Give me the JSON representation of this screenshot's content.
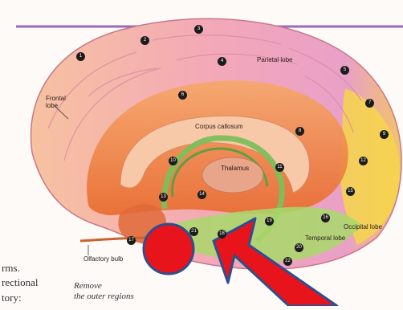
{
  "labels": {
    "frontal": "Frontal lobe",
    "parietal": "Parietal lobe",
    "corpus": "Corpus callosum",
    "thalamus": "Thalamus",
    "occipital": "Occipital lobe",
    "temporal": "Temporal lobe",
    "olfactory": "Olfactory bulb"
  },
  "markers": [
    "1",
    "2",
    "3",
    "4",
    "5",
    "6",
    "7",
    "8",
    "9",
    "10",
    "11",
    "12",
    "13",
    "14",
    "15",
    "16",
    "17",
    "18",
    "19",
    "20",
    "21",
    "22"
  ],
  "side_text": [
    "rms.",
    "rectional",
    "tory:"
  ],
  "caption": [
    "Remove",
    "the outer regions"
  ],
  "colors": {
    "pointer_arrow": "#e8141c",
    "pointer_outline": "#2d4f8f",
    "top_rule": "#9b6ab8"
  }
}
